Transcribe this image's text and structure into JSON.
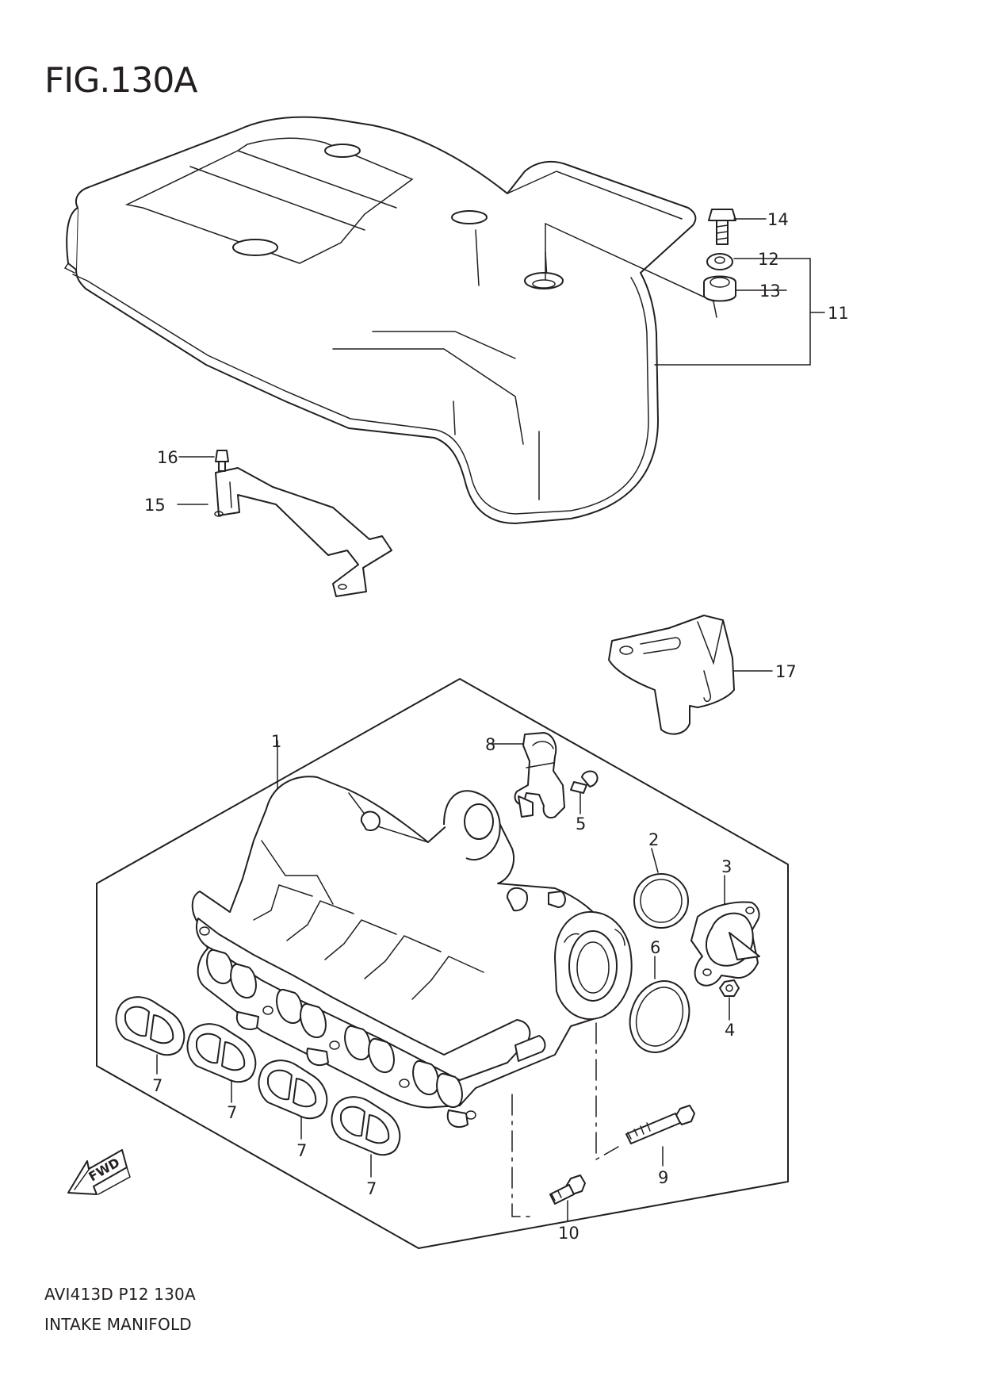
{
  "figure": {
    "title": "FIG.130A",
    "code": "AVI413D P12 130A",
    "caption": "INTAKE MANIFOLD"
  },
  "callouts": {
    "c1": "1",
    "c2": "2",
    "c3": "3",
    "c4": "4",
    "c5": "5",
    "c6": "6",
    "c7a": "7",
    "c7b": "7",
    "c7c": "7",
    "c7d": "7",
    "c8": "8",
    "c9": "9",
    "c10": "10",
    "c11": "11",
    "c12": "12",
    "c13": "13",
    "c14": "14",
    "c15": "15",
    "c16": "16",
    "c17": "17"
  },
  "fwd_label": "FWD",
  "line_color": "#231f20"
}
